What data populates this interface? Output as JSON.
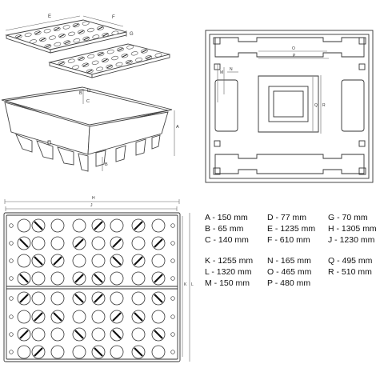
{
  "diagram": {
    "labels_iso": {
      "E": "E",
      "F": "F",
      "G": "G",
      "B": "B",
      "C": "C",
      "A": "A",
      "D": "D"
    },
    "labels_top": {
      "O": "O",
      "P": "P",
      "Q": "Q",
      "R": "R",
      "M": "M",
      "N": "N"
    },
    "labels_grid": {
      "H": "H",
      "J": "J",
      "K": "K",
      "L": "L"
    },
    "dimensions": {
      "col1": [
        "A - 150 mm",
        "B - 65 mm",
        "C - 140 mm",
        "K - 1255 mm",
        "L - 1320 mm",
        "M - 150 mm"
      ],
      "col2": [
        "D - 77 mm",
        "E - 1235 mm",
        "F - 610 mm",
        "N - 165 mm",
        "O - 465 mm",
        "P - 480 mm"
      ],
      "col3": [
        "G - 70 mm",
        "H - 1305 mm",
        "J - 1230 mm",
        "Q - 495 mm",
        "R - 510 mm"
      ]
    }
  },
  "colors": {
    "line": "#333333",
    "stroke_light": "#555555",
    "slot": "#222222"
  }
}
